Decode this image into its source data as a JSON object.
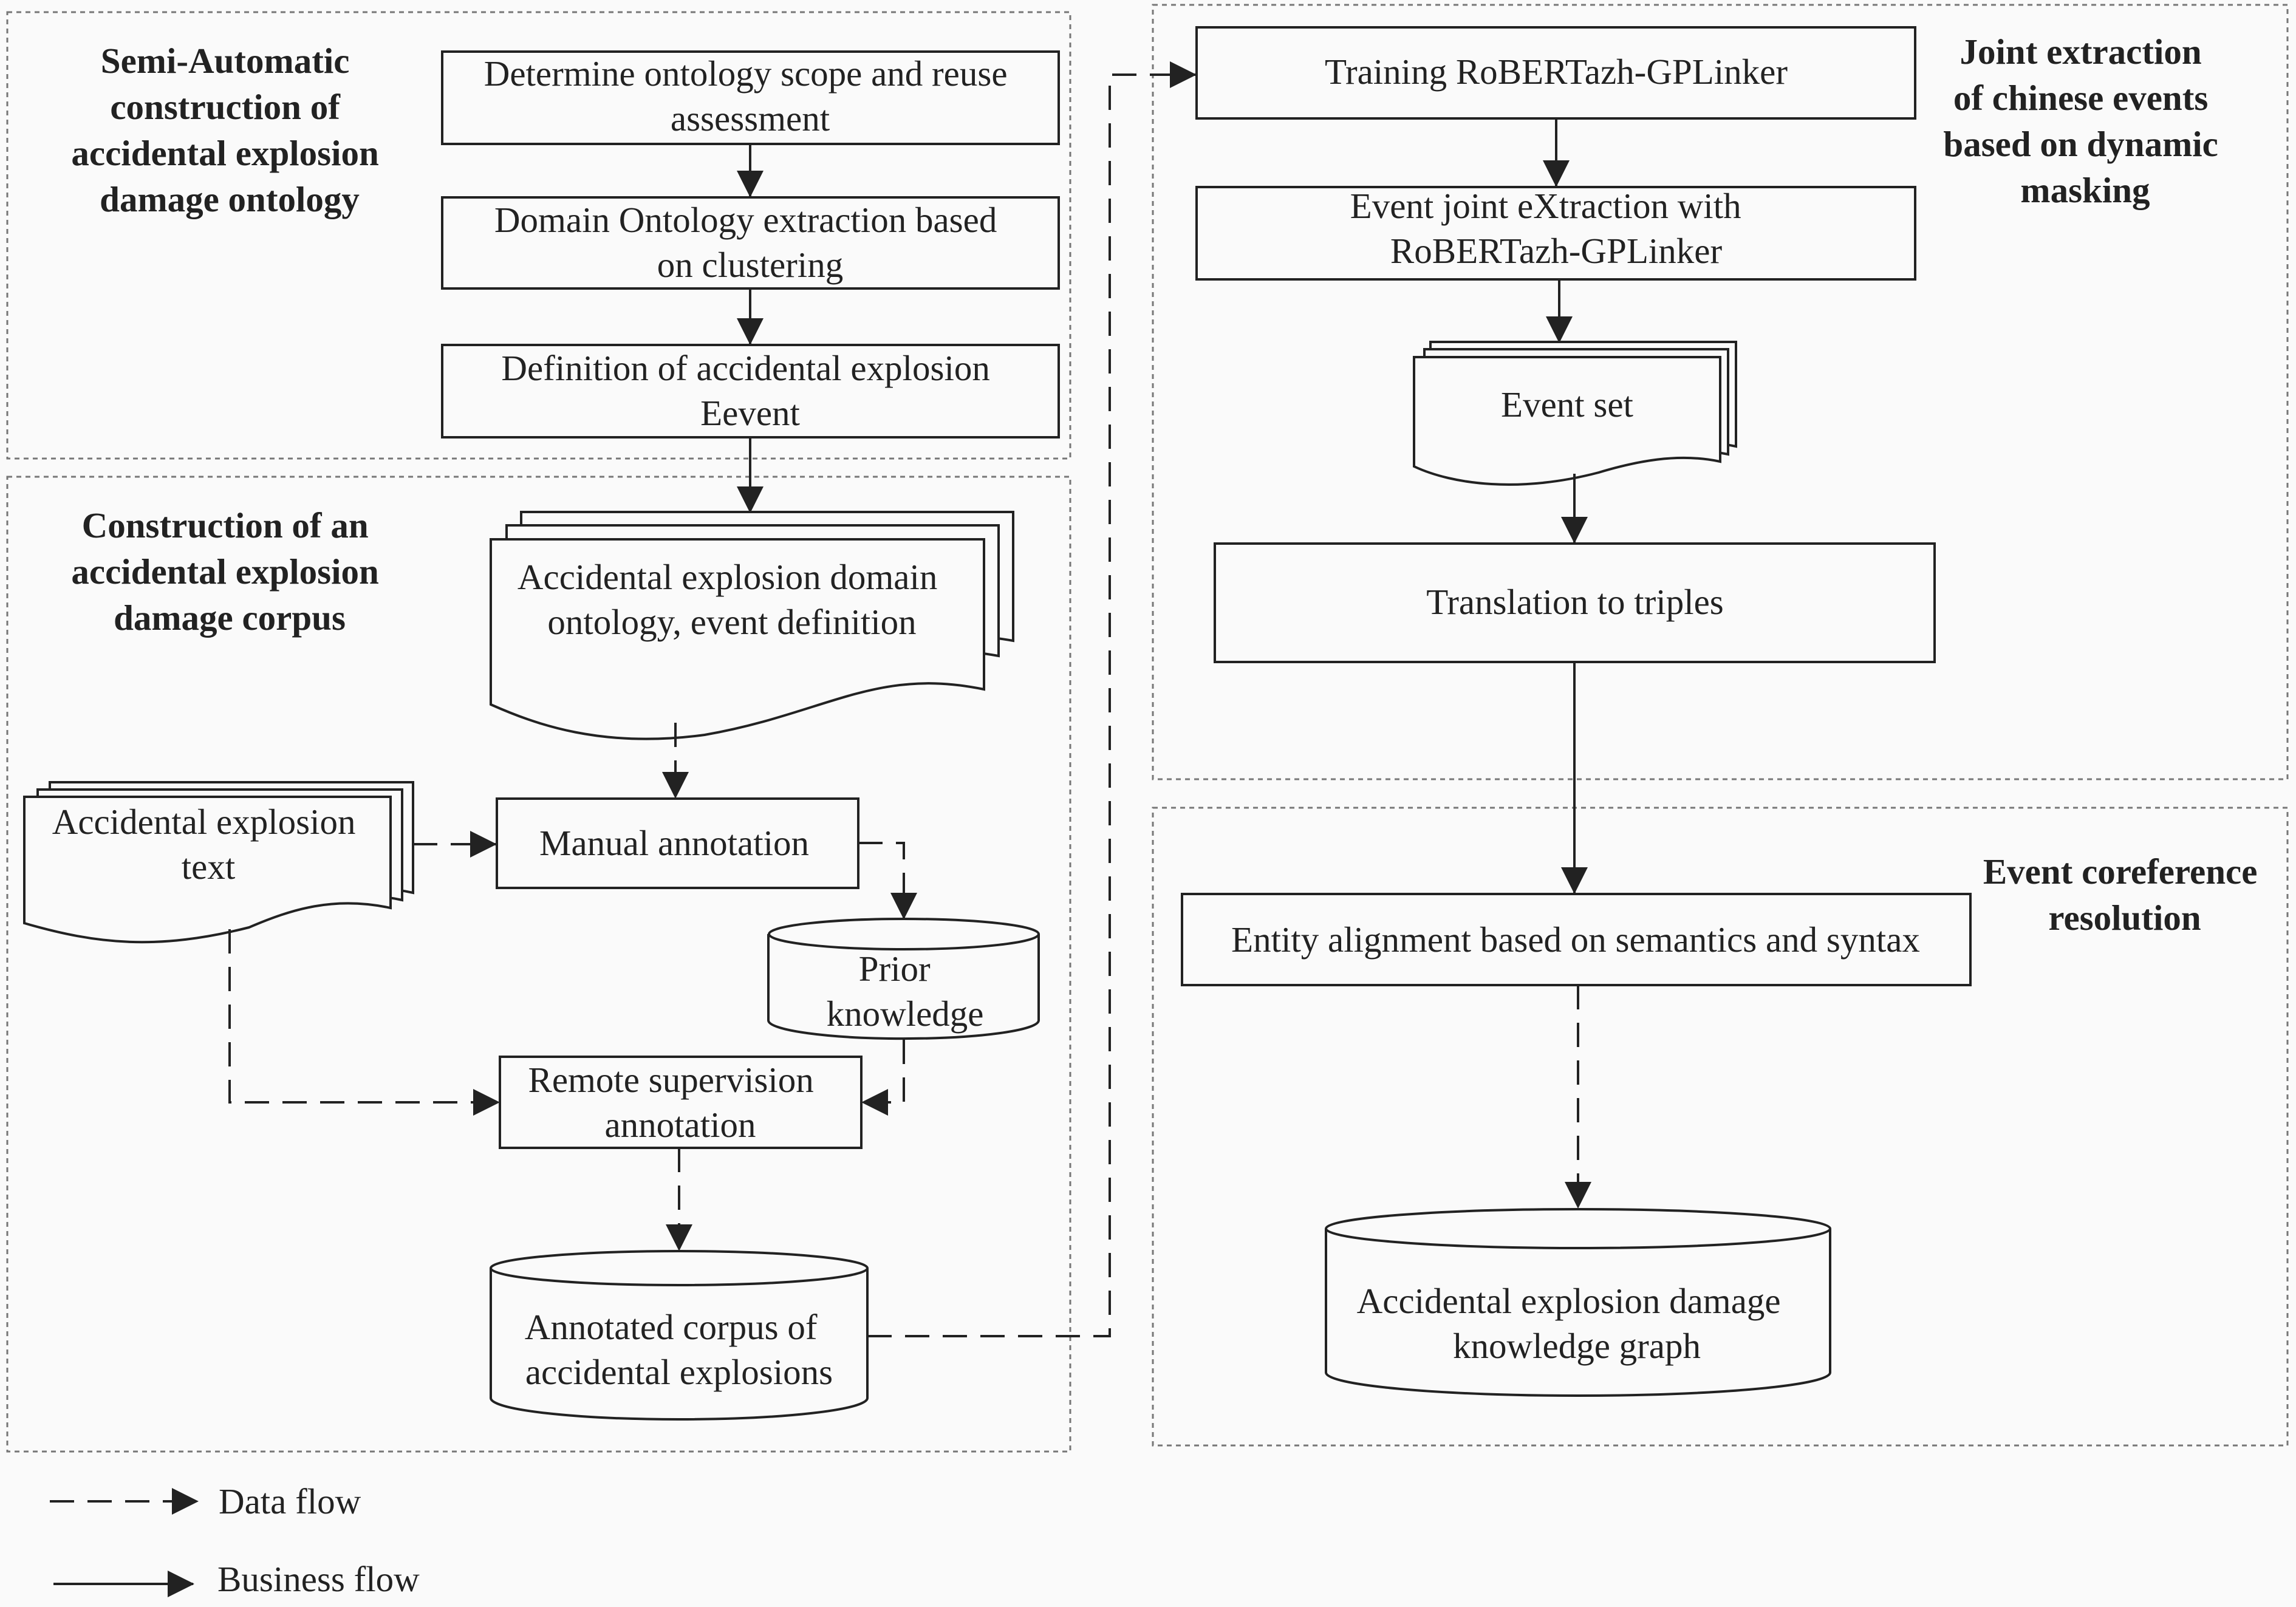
{
  "groups": {
    "ontology": [
      "Semi-Automatic",
      "construction of",
      "accidental explosion",
      "damage ontology"
    ],
    "corpus": [
      "Construction of an",
      "accidental explosion",
      "damage corpus"
    ],
    "joint": [
      "Joint extraction",
      "of chinese events",
      "based on dynamic",
      "masking"
    ],
    "coref": [
      "Event coreference",
      "resolution"
    ]
  },
  "nodes": {
    "scope": [
      "Determine ontology scope and reuse",
      "assessment"
    ],
    "domain_onto": [
      "Domain Ontology extraction based",
      "on clustering"
    ],
    "definition": [
      "Definition of accidental explosion",
      "Eevent"
    ],
    "onto_doc": [
      "Accidental explosion domain",
      "ontology, event definition"
    ],
    "text_doc": [
      "Accidental explosion",
      "text"
    ],
    "manual": [
      "Manual annotation"
    ],
    "prior": [
      "Prior",
      "knowledge"
    ],
    "remote": [
      "Remote supervision",
      "annotation"
    ],
    "corpus_db": [
      "Annotated corpus of",
      "accidental explosions"
    ],
    "training": [
      "Training RoBERTazh-GPLinker"
    ],
    "joint_extr": [
      "Event joint eXtraction with",
      "RoBERTazh-GPLinker"
    ],
    "event_set": [
      "Event set"
    ],
    "triples": [
      "Translation to triples"
    ],
    "alignment": [
      "Entity alignment based on semantics and syntax"
    ],
    "kg_db": [
      "Accidental explosion damage",
      "knowledge graph"
    ]
  },
  "legend": {
    "data_flow": "Data flow",
    "business_flow": "Business flow"
  }
}
